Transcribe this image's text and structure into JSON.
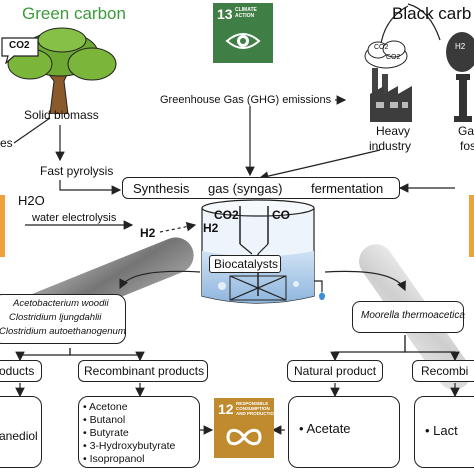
{
  "headers": {
    "green_carbon": "Green carbon",
    "black_carbon": "Black carb"
  },
  "colors": {
    "green": "#3c9b3a",
    "sdg13": "#3f7e44",
    "sdg12": "#bf8b2e",
    "orange_strip": "#f0a23a"
  },
  "sdg13": {
    "number": "13",
    "line1": "CLIMATE",
    "line2": "ACTION",
    "icon": "eye-globe-icon"
  },
  "sdg12": {
    "number": "12",
    "line1": "RESPONSIBLE",
    "line2": "CONSUMPTION",
    "line3": "AND PRODUCTION",
    "icon": "infinity-icon"
  },
  "left": {
    "co2": "CO2",
    "solid_biomass": "Solid biomass",
    "residues": "es",
    "fast_pyrolysis": "Fast pyrolysis",
    "h2o": "H2O",
    "water_electrolysis": "water electrolysis",
    "h2": "H2"
  },
  "right": {
    "ghg": "Greenhouse Gas (GHG) emissions",
    "heavy_industry_1": "Heavy",
    "heavy_industry_2": "industry",
    "gas_fossil_1": "Ga",
    "gas_fossil_2": "fos",
    "co2_a": "CO2",
    "co2_b": "CO2",
    "h2_cloud": "H2"
  },
  "syngas": {
    "synthesis": "Synthesis",
    "gas": "gas (syngas)",
    "fermentation": "fermentation"
  },
  "reactor": {
    "co2": "CO2",
    "co": "CO",
    "h2": "H2",
    "biocatalysts": "Biocatalysts"
  },
  "organisms_left": [
    "Acetobacterium woodii",
    "Clostridium ljungdahlii",
    "Clostridium autoethanogenum"
  ],
  "organisms_right": [
    "Moorella thermoacetica"
  ],
  "products": {
    "natural_left": "oducts",
    "recombinant_left": "Recombinant products",
    "natural_right": "Natural product",
    "recombinant_right": "Recombi"
  },
  "lists": {
    "left_partial": [
      "anediol"
    ],
    "recombinant": [
      "Acetone",
      "Butanol",
      "Butyrate",
      "3-Hydroxybutyrate",
      "Isopropanol"
    ],
    "natural_right": [
      "Acetate"
    ],
    "recombinant_right": [
      "Lact"
    ]
  }
}
